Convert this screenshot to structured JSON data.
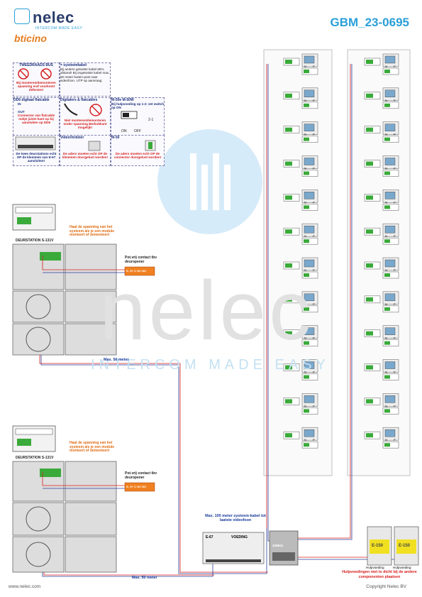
{
  "header": {
    "brand": "nelec",
    "brand_tagline": "INTERCOM MADE EASY",
    "partner_logo": "bticino",
    "doc_id": "GBM_23-0695"
  },
  "legend": {
    "bus_title": "TWEEDRAADS BUS",
    "bus_note": "Bij monteren/demonteren spanning eraf voorkomt defecten!",
    "cable_title": "= systeemkabel",
    "cable_text": "Bij andere getwiste kabel 66% afstand! Bij ongetwiste kabel max. 50 meter buiten-post naar videofoon. UTP op aanvraag",
    "dd6_title": "DD6 digitaal flatcable",
    "dd6_in": "IN",
    "dd6_out": "OUT",
    "dd6_note": "Connector van flatcable nokje juiste kant op bij aansluiten op DD6",
    "flat_title": "Digitalers & flatcables",
    "flat_note": "Niet monteren/demonteren onder spanning Bedrukkant mogelijk!",
    "m50_title": "M-50e M-50W",
    "m50_text": "Bij hulpvoeding op 1-2: zet switch op ON",
    "m50_on": "ON",
    "m50_off": "OFF",
    "m50_21": "2-1",
    "deur_note": "De twee deurstations echt OP de klemmen van E-67 aansluiten!",
    "video_title": "VideoVerdeler",
    "video_note": "De aders moeten echt OP de klemmen doorgelust worden!",
    "m50b_title": "M-50",
    "m50b_note": "De aders moeten echt OP de connector doorgelust worden!"
  },
  "stations": [
    {
      "label": "DEURSTATION S-131V",
      "note": "Haal de spanning van het systeem als je een module monteert of demonteert",
      "contact": "Pot.vrij contact tbv deuropener",
      "terminals": "S- S+ C NC NO"
    },
    {
      "label": "DEURSTATION S-131V",
      "note": "Haal de spanning van het systeem als je een module monteert of demonteert",
      "contact": "Pot.vrij contact tbv deuropener",
      "terminals": "S- S+ C NC NO"
    }
  ],
  "cables": {
    "max50_top": "Max. 50 meter",
    "max50_bottom": "Max. 50 meter",
    "max100": "Max. 100 meter systeem-kabel tot laatste videofoon"
  },
  "power": {
    "voeding_label": "VOEDING",
    "voeding_model": "E-67",
    "distributor_id": "346841",
    "psu_model": "E-150",
    "psu_label": "Hulpvoeding",
    "psu_note": "Hulpvoedingen niet te dicht bij de andere componenten plaatsen"
  },
  "monitor_terminals": {
    "n": "N",
    "p": "P"
  },
  "footer": {
    "website": "www.nelec.com",
    "copyright": "Copyright Nelec BV"
  },
  "colors": {
    "accent": "#2a9fd8",
    "wire_red": "#d62020",
    "wire_blue": "#2a3d9a",
    "orange": "#e57d20"
  }
}
